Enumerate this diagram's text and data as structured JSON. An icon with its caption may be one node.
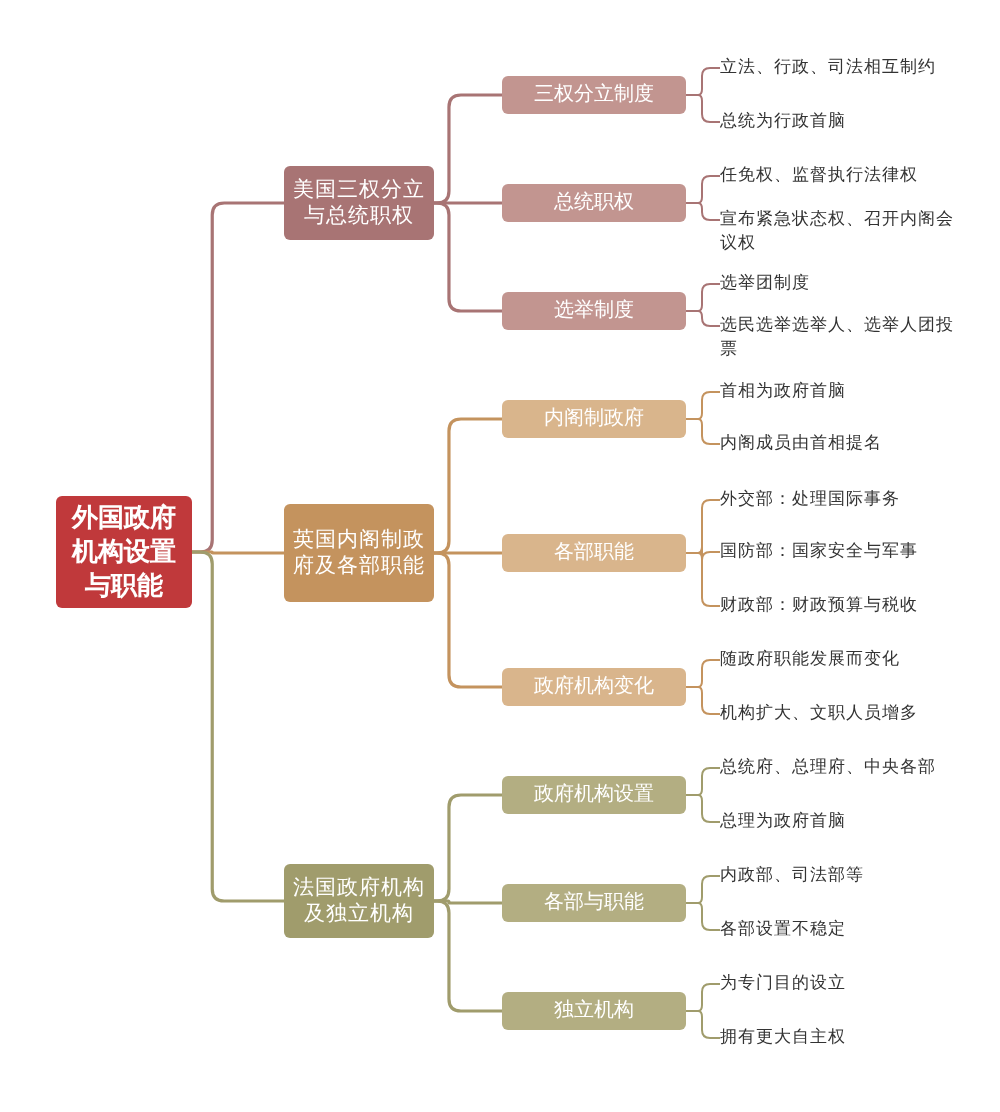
{
  "diagram": {
    "nodes": [
      {
        "text": [
          "外国政府机构设置与职能"
        ]
      },
      {
        "text": [
          "美国三权分立与总统职权"
        ]
      },
      {
        "text": [
          "三权分立制度"
        ]
      },
      {
        "text": [
          "立法、行政、司法相互制约"
        ]
      },
      {
        "text": [
          "总统为行政首脑"
        ]
      },
      {
        "text": [
          "总统职权"
        ]
      },
      {
        "text": [
          "任免权、监督执行法律权"
        ]
      },
      {
        "text": [
          "宣布紧急状态权、召开内阁会议权"
        ]
      },
      {
        "text": [
          "选举制度"
        ]
      },
      {
        "text": [
          "选举团制度"
        ]
      },
      {
        "text": [
          "选民选举选举人、选举人团投票"
        ]
      },
      {
        "text": [
          "英国内阁制政府及各部职能"
        ]
      },
      {
        "text": [
          "内阁制政府"
        ]
      },
      {
        "text": [
          "首相为政府首脑"
        ]
      },
      {
        "text": [
          "内阁成员由首相提名"
        ]
      },
      {
        "text": [
          "各部职能"
        ]
      },
      {
        "text": [
          "外交部：处理国际事务"
        ]
      },
      {
        "text": [
          "国防部：国家安全与军事"
        ]
      },
      {
        "text": [
          "财政部：财政预算与税收"
        ]
      },
      {
        "text": [
          "政府机构变化"
        ]
      },
      {
        "text": [
          "随政府职能发展而变化"
        ]
      },
      {
        "text": [
          "机构扩大、文职人员增多"
        ]
      },
      {
        "text": [
          "法国政府机构及独立机构"
        ]
      },
      {
        "text": [
          "政府机构设置"
        ]
      },
      {
        "text": [
          "总统府、总理府、中央各部"
        ]
      },
      {
        "text": [
          "总理为政府首脑"
        ]
      },
      {
        "text": [
          "各部与职能"
        ]
      },
      {
        "text": [
          "内政部、司法部等"
        ]
      },
      {
        "text": [
          "各部设置不稳定"
        ]
      },
      {
        "text": [
          "独立机构"
        ]
      },
      {
        "text": [
          "为专门目的设立"
        ]
      },
      {
        "text": [
          "拥有更大自主权"
        ]
      }
    ],
    "edges": [
      {
        "from": 0,
        "to": 1,
        "arrow": "none",
        "color": "#a87474"
      },
      {
        "from": 1,
        "to": 2,
        "arrow": "none",
        "color": "#a87474"
      },
      {
        "from": 2,
        "to": 3,
        "arrow": "none",
        "color": "#a87474"
      },
      {
        "from": 2,
        "to": 4,
        "arrow": "none",
        "color": "#a87474"
      },
      {
        "from": 1,
        "to": 5,
        "arrow": "none",
        "color": "#a87474"
      },
      {
        "from": 5,
        "to": 6,
        "arrow": "none",
        "color": "#a87474"
      },
      {
        "from": 5,
        "to": 7,
        "arrow": "none",
        "color": "#a87474"
      },
      {
        "from": 1,
        "to": 8,
        "arrow": "none",
        "color": "#a87474"
      },
      {
        "from": 8,
        "to": 9,
        "arrow": "none",
        "color": "#a87474"
      },
      {
        "from": 8,
        "to": 10,
        "arrow": "none",
        "color": "#a87474"
      },
      {
        "from": 0,
        "to": 11,
        "arrow": "none",
        "color": "#c4935e"
      },
      {
        "from": 11,
        "to": 12,
        "arrow": "none",
        "color": "#c4935e"
      },
      {
        "from": 12,
        "to": 13,
        "arrow": "none",
        "color": "#c4935e"
      },
      {
        "from": 12,
        "to": 14,
        "arrow": "none",
        "color": "#c4935e"
      },
      {
        "from": 11,
        "to": 15,
        "arrow": "none",
        "color": "#c4935e"
      },
      {
        "from": 15,
        "to": 16,
        "arrow": "none",
        "color": "#c4935e"
      },
      {
        "from": 15,
        "to": 17,
        "arrow": "none",
        "color": "#c4935e"
      },
      {
        "from": 15,
        "to": 18,
        "arrow": "none",
        "color": "#c4935e"
      },
      {
        "from": 11,
        "to": 19,
        "arrow": "none",
        "color": "#c4935e"
      },
      {
        "from": 19,
        "to": 20,
        "arrow": "none",
        "color": "#c4935e"
      },
      {
        "from": 19,
        "to": 21,
        "arrow": "none",
        "color": "#c4935e"
      },
      {
        "from": 0,
        "to": 22,
        "arrow": "none",
        "color": "#a09c6c"
      },
      {
        "from": 22,
        "to": 23,
        "arrow": "none",
        "color": "#a09c6c"
      },
      {
        "from": 23,
        "to": 24,
        "arrow": "none",
        "color": "#a09c6c"
      },
      {
        "from": 23,
        "to": 25,
        "arrow": "none",
        "color": "#a09c6c"
      },
      {
        "from": 22,
        "to": 26,
        "arrow": "none",
        "color": "#a09c6c"
      },
      {
        "from": 26,
        "to": 27,
        "arrow": "none",
        "color": "#a09c6c"
      },
      {
        "from": 26,
        "to": 28,
        "arrow": "none",
        "color": "#a09c6c"
      },
      {
        "from": 22,
        "to": 29,
        "arrow": "none",
        "color": "#a09c6c"
      },
      {
        "from": 29,
        "to": 30,
        "arrow": "none",
        "color": "#a09c6c"
      },
      {
        "from": 29,
        "to": 31,
        "arrow": "none",
        "color": "#a09c6c"
      }
    ]
  }
}
